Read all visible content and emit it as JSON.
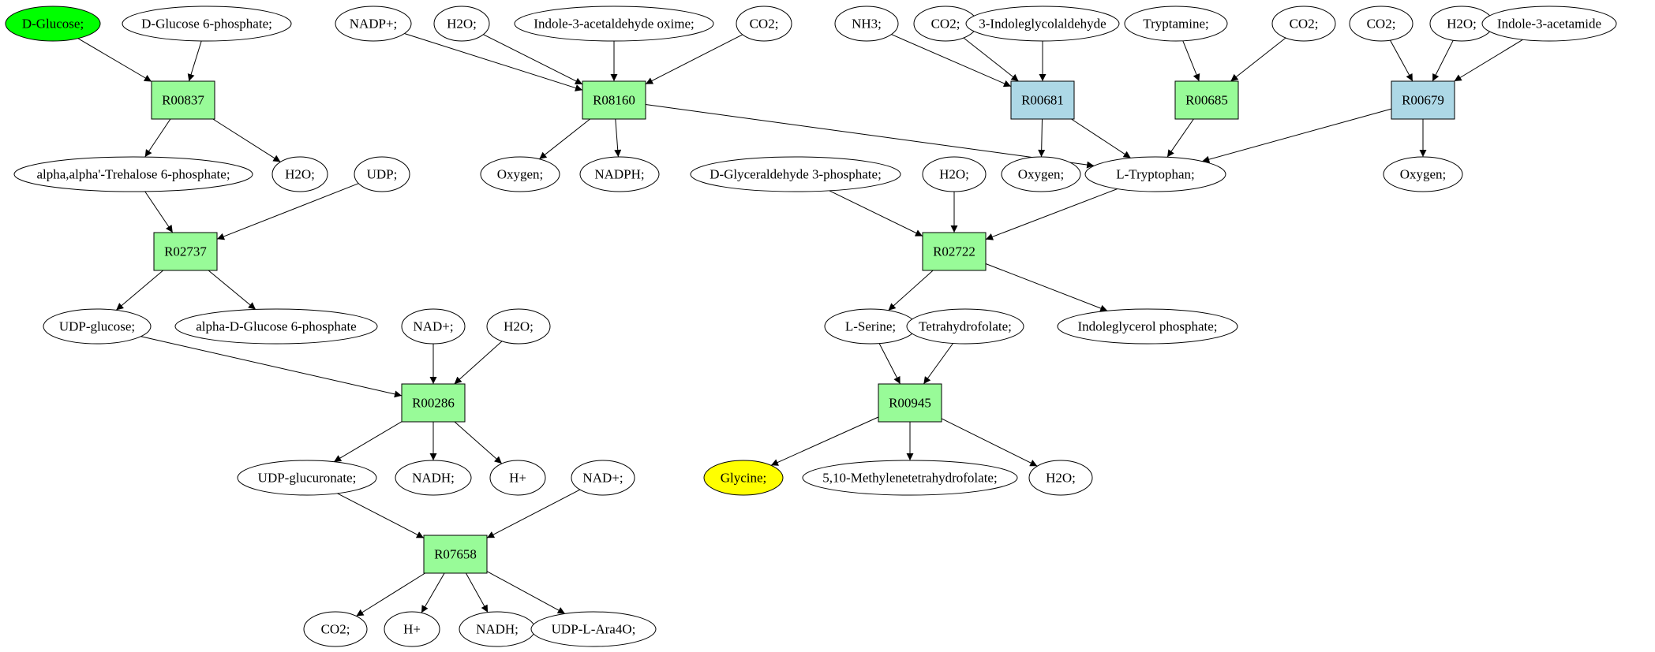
{
  "colors": {
    "reaction_green": "#98fb98",
    "reaction_blue": "#add8e6",
    "start_compound": "#00ff00",
    "target_compound": "#ffff00",
    "default_compound": "#ffffff"
  },
  "reactions": [
    {
      "id": "r1",
      "label": "R00837",
      "color": "green"
    },
    {
      "id": "r2",
      "label": "R02737",
      "color": "green"
    },
    {
      "id": "r3",
      "label": "R00286",
      "color": "green"
    },
    {
      "id": "r4",
      "label": "R07658",
      "color": "green"
    },
    {
      "id": "r5",
      "label": "R08160",
      "color": "green"
    },
    {
      "id": "r6",
      "label": "R00681",
      "color": "blue"
    },
    {
      "id": "r7",
      "label": "R00685",
      "color": "green"
    },
    {
      "id": "r8",
      "label": "R00679",
      "color": "blue"
    },
    {
      "id": "r9",
      "label": "R02722",
      "color": "green"
    },
    {
      "id": "r10",
      "label": "R00945",
      "color": "green"
    }
  ],
  "compounds": [
    {
      "id": "c1",
      "label": "D-Glucose;",
      "role": "start"
    },
    {
      "id": "c2",
      "label": "D-Glucose 6-phosphate;"
    },
    {
      "id": "c3",
      "label": "alpha,alpha'-Trehalose 6-phosphate;"
    },
    {
      "id": "c4",
      "label": "H2O;"
    },
    {
      "id": "c5",
      "label": "UDP;"
    },
    {
      "id": "c6",
      "label": "UDP-glucose;"
    },
    {
      "id": "c7",
      "label": "alpha-D-Glucose 6-phosphate"
    },
    {
      "id": "c8",
      "label": "NAD+;"
    },
    {
      "id": "c9",
      "label": "H2O;"
    },
    {
      "id": "c10",
      "label": "UDP-glucuronate;"
    },
    {
      "id": "c11",
      "label": "NADH;"
    },
    {
      "id": "c12",
      "label": "H+"
    },
    {
      "id": "c13",
      "label": "NAD+;"
    },
    {
      "id": "c14",
      "label": "CO2;"
    },
    {
      "id": "c15",
      "label": "H+"
    },
    {
      "id": "c16",
      "label": "NADH;"
    },
    {
      "id": "c17",
      "label": "UDP-L-Ara4O;"
    },
    {
      "id": "c18",
      "label": "NADP+;"
    },
    {
      "id": "c19",
      "label": "H2O;"
    },
    {
      "id": "c20",
      "label": "Indole-3-acetaldehyde oxime;"
    },
    {
      "id": "c21",
      "label": "CO2;"
    },
    {
      "id": "c22",
      "label": "Oxygen;"
    },
    {
      "id": "c23",
      "label": "NADPH;"
    },
    {
      "id": "c24",
      "label": "NH3;"
    },
    {
      "id": "c25",
      "label": "CO2;"
    },
    {
      "id": "c26",
      "label": "3-Indoleglycolaldehyde"
    },
    {
      "id": "c27",
      "label": "Oxygen;"
    },
    {
      "id": "c28",
      "label": "Tryptamine;"
    },
    {
      "id": "c29",
      "label": "CO2;"
    },
    {
      "id": "c30",
      "label": "CO2;"
    },
    {
      "id": "c31",
      "label": "H2O;"
    },
    {
      "id": "c32",
      "label": "Indole-3-acetamide"
    },
    {
      "id": "c33",
      "label": "Oxygen;"
    },
    {
      "id": "c34",
      "label": "L-Tryptophan;"
    },
    {
      "id": "c35",
      "label": "D-Glyceraldehyde 3-phosphate;"
    },
    {
      "id": "c36",
      "label": "H2O;"
    },
    {
      "id": "c37",
      "label": "L-Serine;"
    },
    {
      "id": "c38",
      "label": "Tetrahydrofolate;"
    },
    {
      "id": "c39",
      "label": "Indoleglycerol phosphate;"
    },
    {
      "id": "c40",
      "label": "Glycine;",
      "role": "target"
    },
    {
      "id": "c41",
      "label": "5,10-Methylenetetrahydrofolate;"
    },
    {
      "id": "c42",
      "label": "H2O;"
    }
  ],
  "edges": [
    [
      "c1",
      "r1"
    ],
    [
      "c2",
      "r1"
    ],
    [
      "r1",
      "c3"
    ],
    [
      "r1",
      "c4"
    ],
    [
      "c3",
      "r2"
    ],
    [
      "c5",
      "r2"
    ],
    [
      "r2",
      "c6"
    ],
    [
      "r2",
      "c7"
    ],
    [
      "c6",
      "r3"
    ],
    [
      "c8",
      "r3"
    ],
    [
      "c9",
      "r3"
    ],
    [
      "r3",
      "c10"
    ],
    [
      "r3",
      "c11"
    ],
    [
      "r3",
      "c12"
    ],
    [
      "c10",
      "r4"
    ],
    [
      "c13",
      "r4"
    ],
    [
      "r4",
      "c14"
    ],
    [
      "r4",
      "c15"
    ],
    [
      "r4",
      "c16"
    ],
    [
      "r4",
      "c17"
    ],
    [
      "c18",
      "r5"
    ],
    [
      "c19",
      "r5"
    ],
    [
      "c20",
      "r5"
    ],
    [
      "c21",
      "r5"
    ],
    [
      "r5",
      "c22"
    ],
    [
      "r5",
      "c23"
    ],
    [
      "r5",
      "c34"
    ],
    [
      "c24",
      "r6"
    ],
    [
      "c25",
      "r6"
    ],
    [
      "c26",
      "r6"
    ],
    [
      "r6",
      "c27"
    ],
    [
      "r6",
      "c34"
    ],
    [
      "c28",
      "r7"
    ],
    [
      "c29",
      "r7"
    ],
    [
      "r7",
      "c34"
    ],
    [
      "c30",
      "r8"
    ],
    [
      "c31",
      "r8"
    ],
    [
      "c32",
      "r8"
    ],
    [
      "r8",
      "c33"
    ],
    [
      "r8",
      "c34"
    ],
    [
      "c35",
      "r9"
    ],
    [
      "c36",
      "r9"
    ],
    [
      "c34",
      "r9"
    ],
    [
      "r9",
      "c37"
    ],
    [
      "r9",
      "c39"
    ],
    [
      "c37",
      "r10"
    ],
    [
      "c38",
      "r10"
    ],
    [
      "r10",
      "c40"
    ],
    [
      "r10",
      "c41"
    ],
    [
      "r10",
      "c42"
    ]
  ]
}
